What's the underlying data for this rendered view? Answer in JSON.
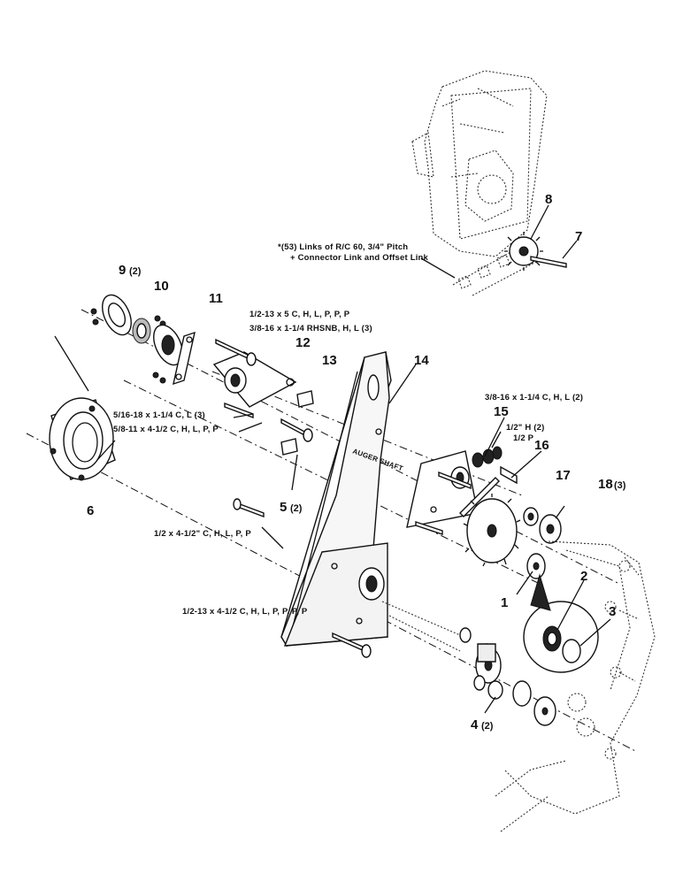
{
  "callouts": {
    "p1": "1",
    "p2": "2",
    "p3": "3",
    "p4": "4",
    "p4_qty": "(2)",
    "p5": "5",
    "p5_qty": "(2)",
    "p6": "6",
    "p7": "7",
    "p8": "8",
    "p9": "9",
    "p9_qty": "(2)",
    "p10": "10",
    "p11": "11",
    "p12": "12",
    "p13": "13",
    "p14": "14",
    "p15": "15",
    "p16": "16",
    "p17": "17",
    "p18": "18",
    "p18_qty": "(3)"
  },
  "specs": {
    "chain_line1": "*(53) Links of R/C 60, 3/4\" Pitch",
    "chain_line2": "+ Connector Link and Offset Link",
    "bolt_a": "1/2-13 x 5 C, H, L, P, P, P",
    "bolt_b": "3/8-16 x 1-1/4 RHSNB, H, L (3)",
    "bolt_c": "5/16-18 x 1-1/4 C, L (3)",
    "bolt_d": "5/8-11 x 4-1/2 C, H, L, P, P",
    "bolt_e": "1/2 x 4-1/2\" C, H, L, P, P",
    "bolt_f": "1/2-13 x 4-1/2 C, H, L, P, P, P, P",
    "bolt_g": "3/8-16 x 1-1/4 C, H, L (2)",
    "nut_h": "1/2\" H (2)",
    "nut_p": "1/2 P"
  },
  "labels": {
    "auger_shaft": "AUGER SHAFT"
  }
}
